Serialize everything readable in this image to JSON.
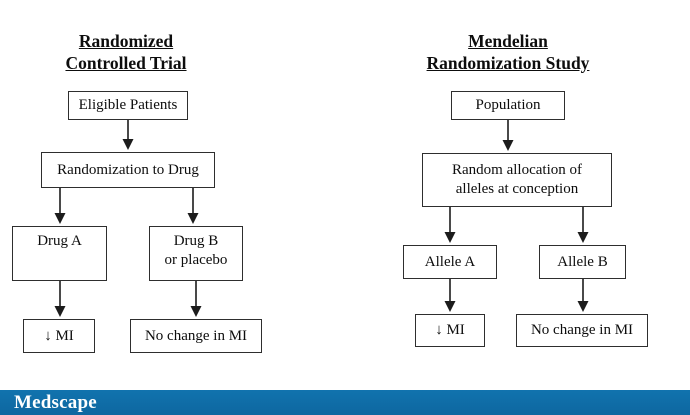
{
  "left": {
    "title1": "Randomized",
    "title2": "Controlled Trial",
    "eligible": "Eligible Patients",
    "randomization": "Randomization to Drug",
    "drug_a": "Drug A",
    "drug_b1": "Drug B",
    "drug_b2": "or placebo",
    "mi": "↓ MI",
    "no_change": "No change in MI"
  },
  "right": {
    "title1": "Mendelian",
    "title2": "Randomization Study",
    "population": "Population",
    "alloc1": "Random allocation of",
    "alloc2": "alleles at conception",
    "allele_a": "Allele A",
    "allele_b": "Allele B",
    "mi": "↓ MI",
    "no_change": "No change in MI"
  },
  "footer": {
    "brand": "Medscape",
    "bar_color": "#0f6ba5"
  }
}
